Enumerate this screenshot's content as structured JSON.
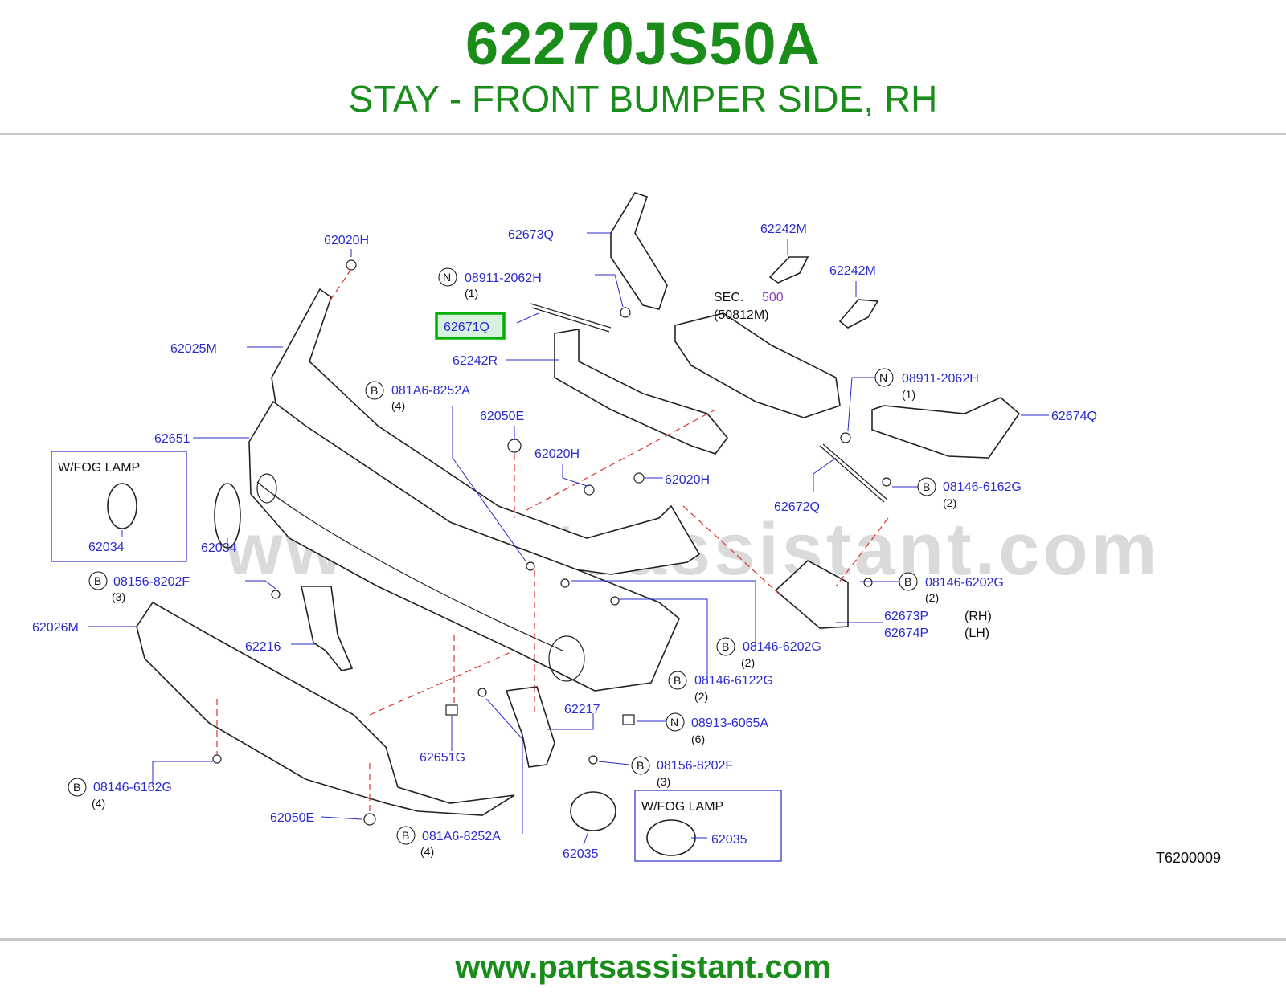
{
  "header": {
    "part_number": "62270JS50A",
    "part_name": "STAY - FRONT BUMPER SIDE, RH"
  },
  "footer": {
    "url": "www.partsassistant.com"
  },
  "watermark": "www.partsassistant.com",
  "diagram_code": "T6200009",
  "colors": {
    "title_green": "#1a8c1a",
    "label_blue": "#2a2ad0",
    "highlight_green": "#00b000",
    "section_purple": "#8a3ad0",
    "guide_red": "#dd3333"
  },
  "highlighted_part": "62671Q",
  "inset_boxes": {
    "left": {
      "title": "W/FOG   LAMP",
      "part": "62034"
    },
    "right": {
      "title": "W/FOG   LAMP",
      "part": "62035"
    }
  },
  "section_ref": {
    "sec": "SEC.",
    "num": "500",
    "sub": "(50812M)"
  },
  "labels": {
    "p62020H_a": "62020H",
    "p62673Q": "62673Q",
    "p62242M_a": "62242M",
    "p62242M_b": "62242M",
    "n08911_a": "08911-2062H",
    "n08911_a_q": "(1)",
    "p62671Q": "62671Q",
    "p62025M": "62025M",
    "p62242R": "62242R",
    "n08911_b": "08911-2062H",
    "n08911_b_q": "(1)",
    "b081A6_a": "081A6-8252A",
    "b081A6_a_q": "(4)",
    "p62674Q": "62674Q",
    "p62050E_a": "62050E",
    "p62651": "62651",
    "p62020H_b": "62020H",
    "p62020H_c": "62020H",
    "b08146_6162G_a": "08146-6162G",
    "b08146_6162G_a_q": "(2)",
    "p62672Q": "62672Q",
    "p62034": "62034",
    "b08156_a": "08156-8202F",
    "b08156_a_q": "(3)",
    "b08146_6202G_a": "08146-6202G",
    "b08146_6202G_a_q": "(2)",
    "p62673P": "62673P",
    "p62673P_side": "(RH)",
    "p62674P": "62674P",
    "p62674P_side": "(LH)",
    "p62026M": "62026M",
    "p62216": "62216",
    "b08146_6202G_b": "08146-6202G",
    "b08146_6202G_b_q": "(2)",
    "b08146_6122G": "08146-6122G",
    "b08146_6122G_q": "(2)",
    "p62217": "62217",
    "n08913": "08913-6065A",
    "n08913_q": "(6)",
    "p62651G": "62651G",
    "b08156_b": "08156-8202F",
    "b08156_b_q": "(3)",
    "b08146_6162G_b": "08146-6162G",
    "b08146_6162G_b_q": "(4)",
    "p62050E_b": "62050E",
    "b081A6_b": "081A6-8252A",
    "b081A6_b_q": "(4)",
    "p62035": "62035"
  },
  "markers": {
    "B": "B",
    "N": "N"
  }
}
